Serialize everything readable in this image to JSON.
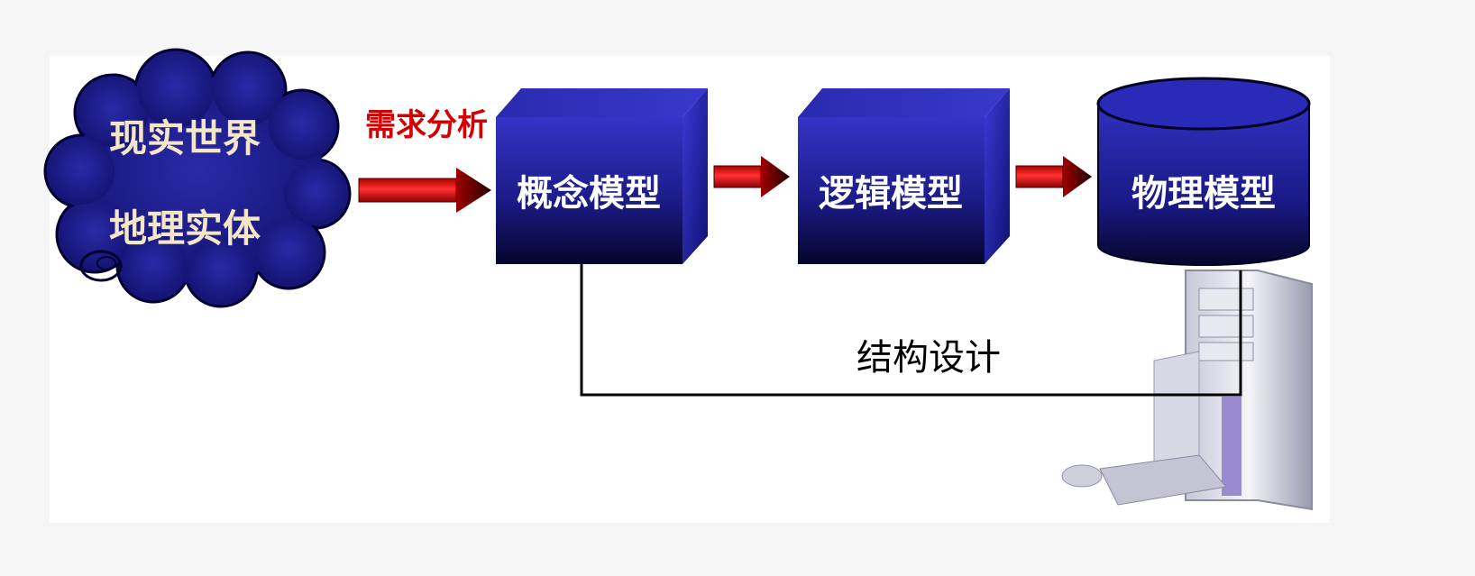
{
  "diagram": {
    "cloud": {
      "line1": "现实世界",
      "line2": "地理实体"
    },
    "arrow_label": "需求分析",
    "boxes": {
      "conceptual": "概念模型",
      "logical": "逻辑模型",
      "physical": "物理模型"
    },
    "bottom_label": "结构设计"
  },
  "colors": {
    "box_blue": "#2b2bb8",
    "box_dark": "#08083a",
    "arrow_red": "#d40000",
    "label_red": "#d40000",
    "cloud_text": "#f5e6c8",
    "box_text": "#ffffff"
  }
}
